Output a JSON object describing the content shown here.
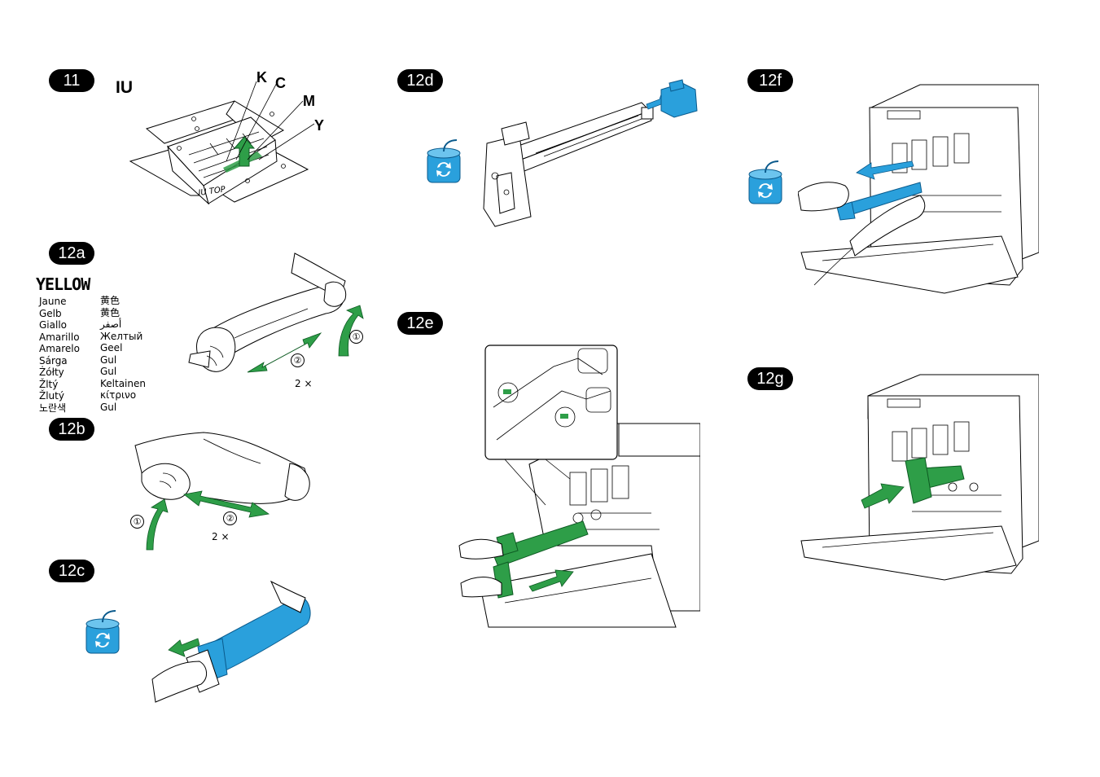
{
  "steps": {
    "s11": "11",
    "s12a": "12a",
    "s12b": "12b",
    "s12c": "12c",
    "s12d": "12d",
    "s12e": "12e",
    "s12f": "12f",
    "s12g": "12g"
  },
  "box_labels": {
    "unit": "IU",
    "k": "K",
    "c": "C",
    "m": "M",
    "y": "Y",
    "box_print": "IU TOP"
  },
  "yellow_heading": "YELLOW",
  "languages_col1": [
    "Jaune",
    "Gelb",
    "Giallo",
    "Amarillo",
    "Amarelo",
    "Sárga",
    "Żółty",
    "Žltý",
    "Žlutý",
    "노란색"
  ],
  "languages_col2": [
    "黄色",
    "黄色",
    "أصفر",
    "Желтый",
    "Geel",
    "Gul",
    "Gul",
    "Keltainen",
    "κίτρινο",
    "Gul"
  ],
  "shake_labels": {
    "a_one": "①",
    "a_two": "②",
    "a_times": "2 ×",
    "b_one": "①",
    "b_two": "②",
    "b_times": "2 ×"
  },
  "colors": {
    "green": "#2e9e48",
    "blue": "#2aa0dc",
    "line": "#000000"
  },
  "icons": [
    "rotate-drum-icon",
    "arrow-icon"
  ]
}
